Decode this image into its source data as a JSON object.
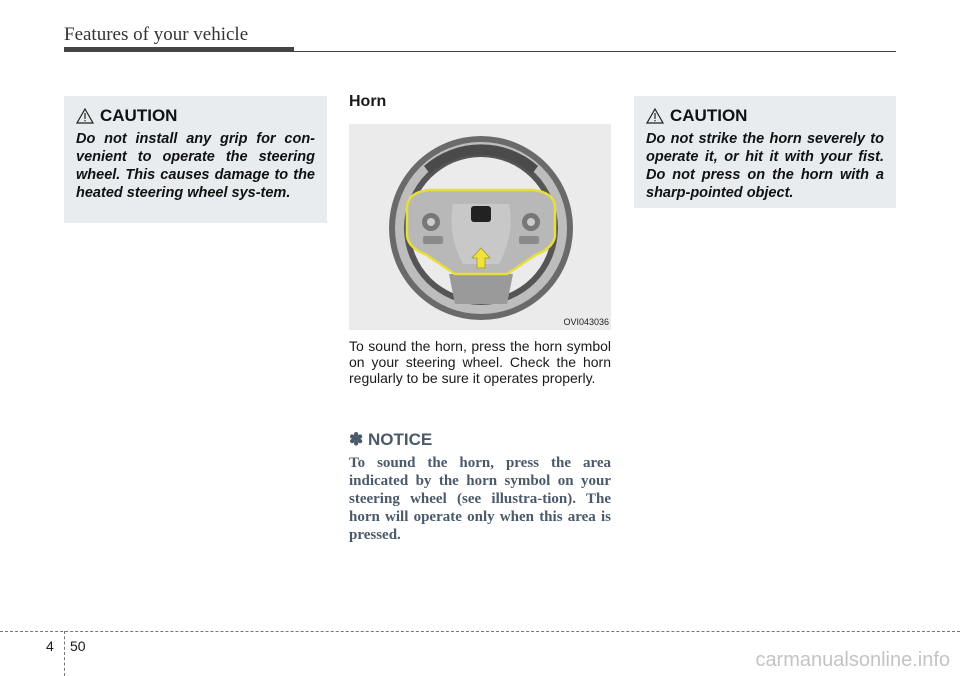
{
  "header": {
    "title": "Features of your vehicle"
  },
  "caution_left": {
    "title": "CAUTION",
    "text": "Do not install any grip for con-venient to operate the steering wheel. This causes damage to the heated steering wheel sys-tem."
  },
  "horn": {
    "title": "Horn",
    "figure_code": "OVI043036",
    "body": "To sound the horn, press the horn symbol on your steering wheel. Check the horn regularly to be sure it operates properly."
  },
  "notice": {
    "title": "✽ NOTICE",
    "text": "To sound the horn, press the area indicated by the horn symbol on your steering wheel (see illustra-tion). The horn will operate only when this area is pressed."
  },
  "caution_right": {
    "title": "CAUTION",
    "text": "Do not strike the horn severely to operate it, or hit it with your fist. Do not press on the horn with a sharp-pointed object."
  },
  "footer": {
    "chapter": "4",
    "page": "50"
  },
  "watermark": "carmanualsonline.info",
  "colors": {
    "caution_bg": "#e8ecee",
    "notice_text": "#4a5a6a",
    "horn_highlight": "#e8e040"
  }
}
